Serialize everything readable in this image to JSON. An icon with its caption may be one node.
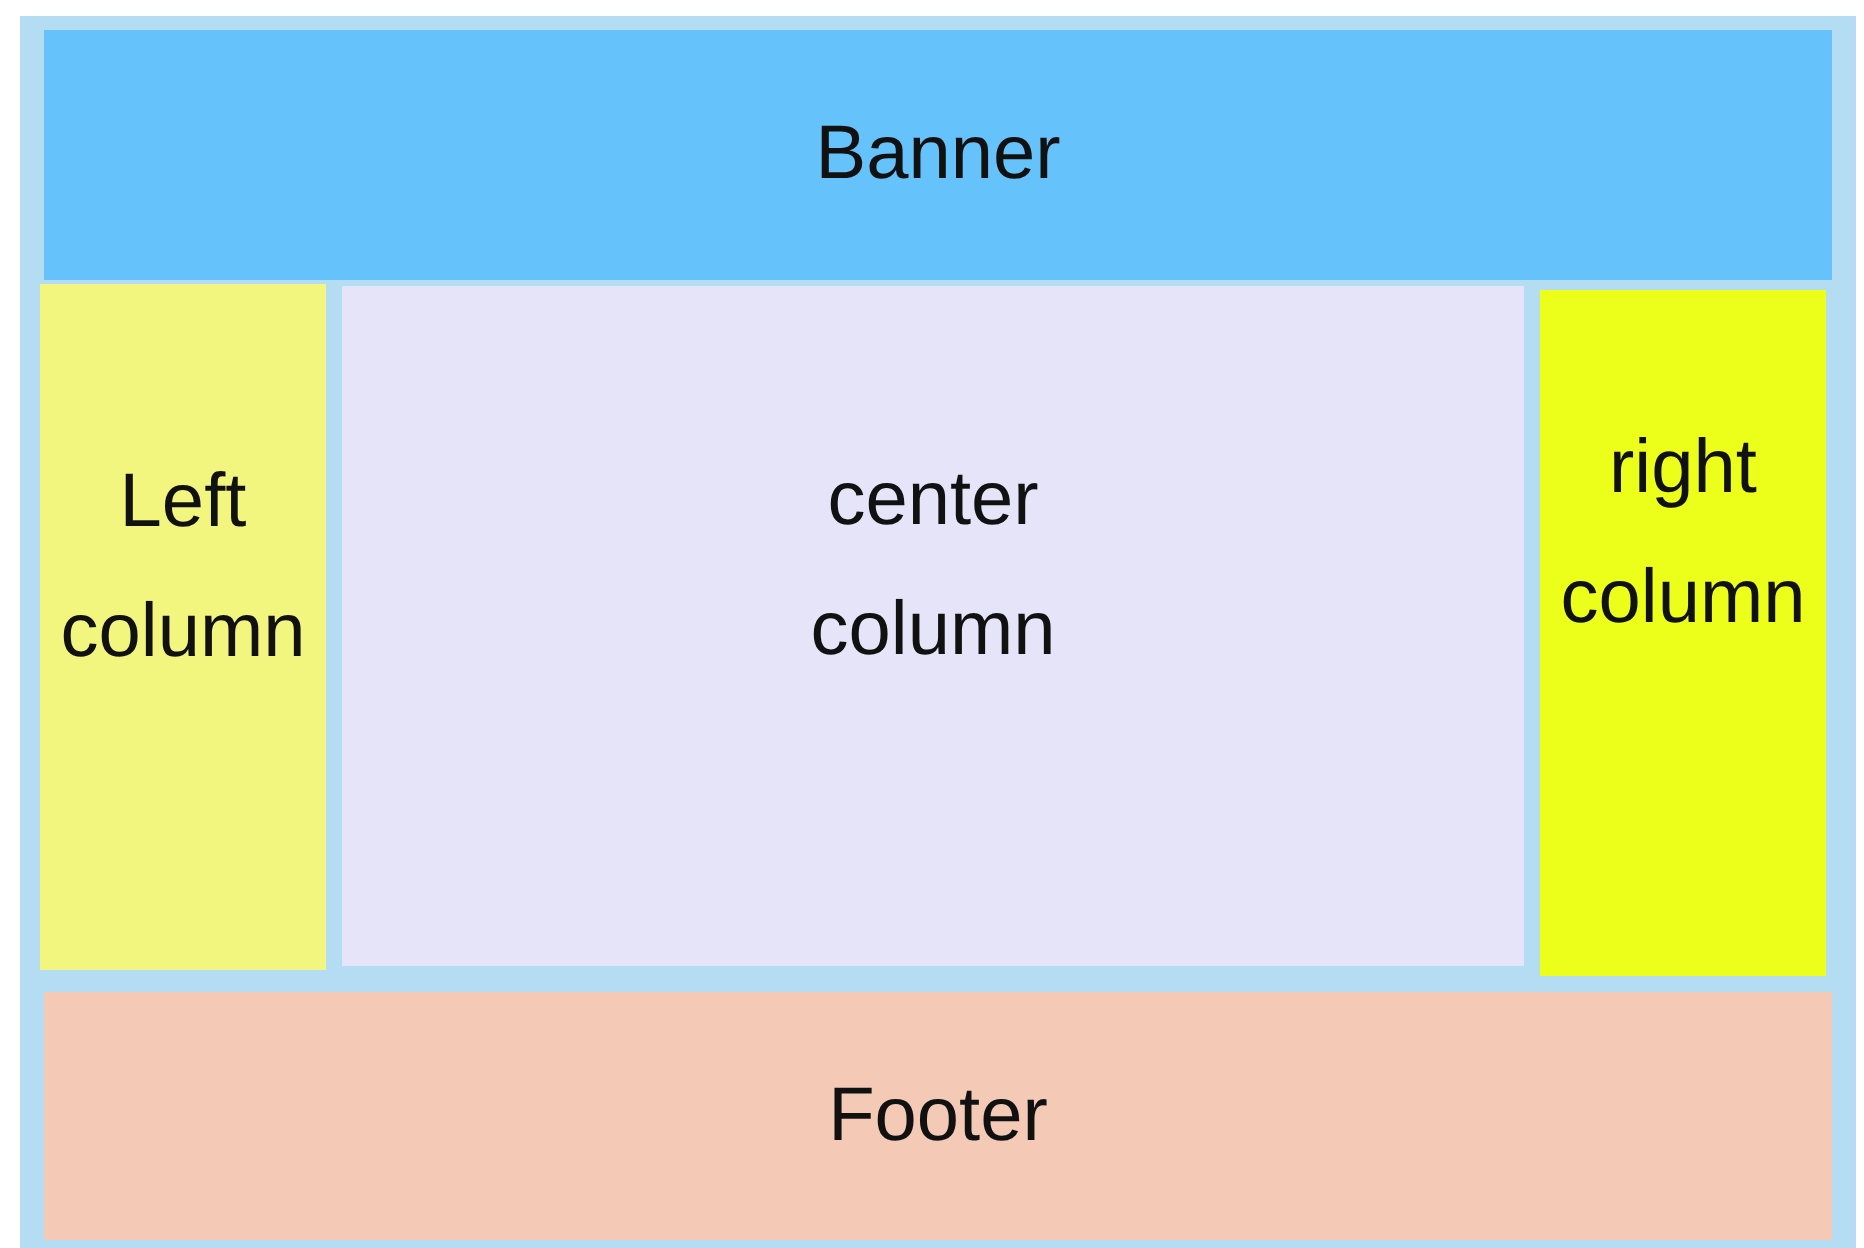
{
  "diagram": {
    "nodes": [
      {
        "text": [],
        "shape": "box"
      },
      {
        "text": [
          "Banner"
        ],
        "in": 0
      },
      {
        "text": [
          "Left column"
        ],
        "in": 0
      },
      {
        "text": [
          "center column"
        ],
        "in": 0
      },
      {
        "text": [
          "right column"
        ],
        "in": 0
      },
      {
        "text": [
          "Footer"
        ],
        "in": 0
      }
    ]
  }
}
